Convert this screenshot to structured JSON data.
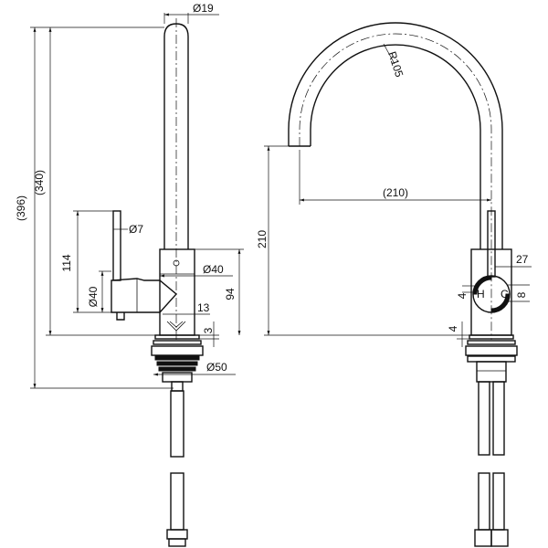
{
  "drawing": {
    "side_view": {
      "spout_diameter": "Ø19",
      "lever_diameter": "Ø7",
      "body_diameter": "Ø40",
      "body_diameter_vertical": "Ø40",
      "base_diameter": "Ø50",
      "overall_height": "(396)",
      "spout_height": "(340)",
      "lever_height": "114",
      "body_height": "94",
      "dim_13": "13",
      "dim_3": "3"
    },
    "front_view": {
      "arc_radius": "R105",
      "spout_reach": "(210)",
      "outlet_height": "210",
      "dim_27": "27",
      "dim_4_upper": "4",
      "dim_8": "8",
      "dim_4_lower": "4"
    }
  }
}
